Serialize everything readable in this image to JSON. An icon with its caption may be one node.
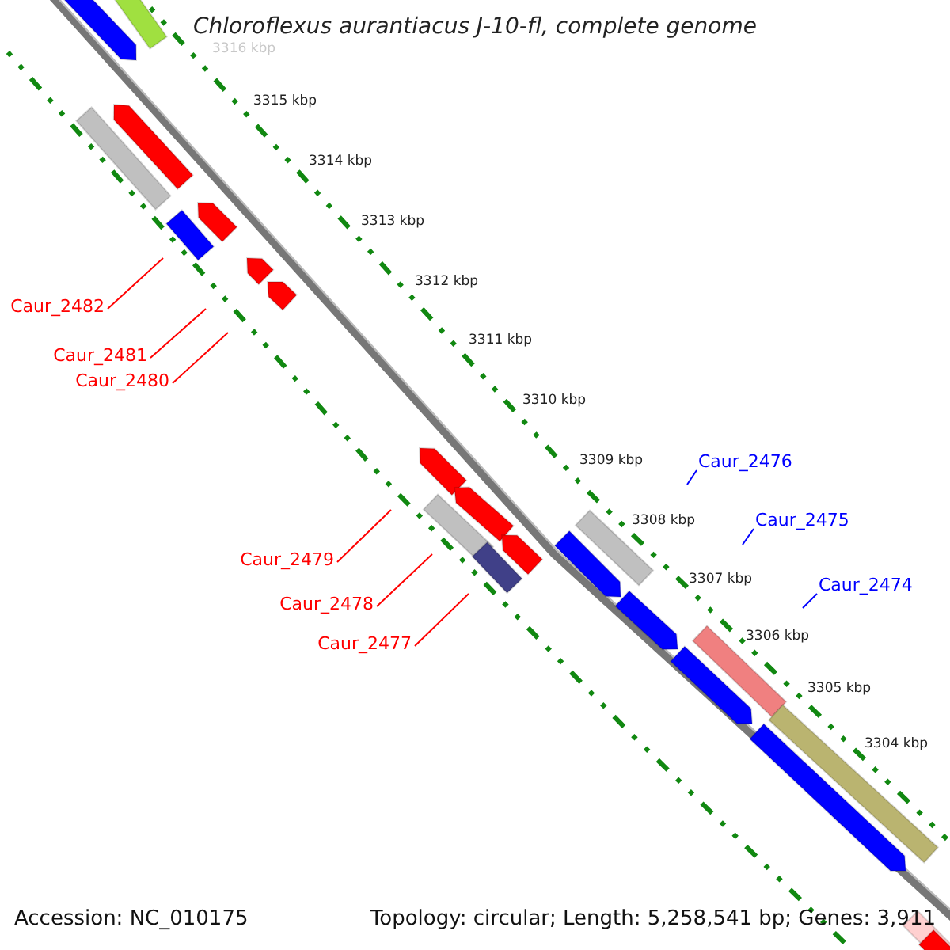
{
  "diagram": {
    "title": "Chloroflexus aurantiacus J-10-fl, complete genome",
    "nodes": [
      {
        "text": [
          "Caur_2482"
        ]
      },
      {
        "text": [
          "Caur_2481"
        ]
      },
      {
        "text": [
          "Caur_2480"
        ]
      },
      {
        "text": [
          "Caur_2479"
        ]
      },
      {
        "text": [
          "Caur_2478"
        ]
      },
      {
        "text": [
          "Caur_2477"
        ]
      },
      {
        "text": [
          "Caur_2476"
        ]
      },
      {
        "text": [
          "Caur_2475"
        ]
      },
      {
        "text": [
          "Caur_2474"
        ]
      }
    ],
    "edges": [
      {
        "from": 0,
        "to": null,
        "arrow": "none"
      },
      {
        "from": 1,
        "to": null,
        "arrow": "none"
      },
      {
        "from": 2,
        "to": null,
        "arrow": "none"
      },
      {
        "from": 3,
        "to": null,
        "arrow": "none"
      },
      {
        "from": 4,
        "to": null,
        "arrow": "none"
      },
      {
        "from": 5,
        "to": null,
        "arrow": "none"
      },
      {
        "from": 6,
        "to": null,
        "arrow": "none",
        "color": "#0000ff"
      },
      {
        "from": 7,
        "to": null,
        "arrow": "none",
        "color": "#0000ff"
      },
      {
        "from": 8,
        "to": null,
        "arrow": "none",
        "color": "#0000ff"
      }
    ],
    "labels": [
      "3316 kbp",
      "3315 kbp",
      "3314 kbp",
      "3313 kbp",
      "3312 kbp",
      "3311 kbp",
      "3310 kbp",
      "3309 kbp",
      "3308 kbp",
      "3307 kbp",
      "3306 kbp",
      "3305 kbp",
      "3304 kbp",
      "Accession: NC_010175",
      "Topology: circular; Length: 5,258,541 bp; Genes: 3,911"
    ]
  }
}
